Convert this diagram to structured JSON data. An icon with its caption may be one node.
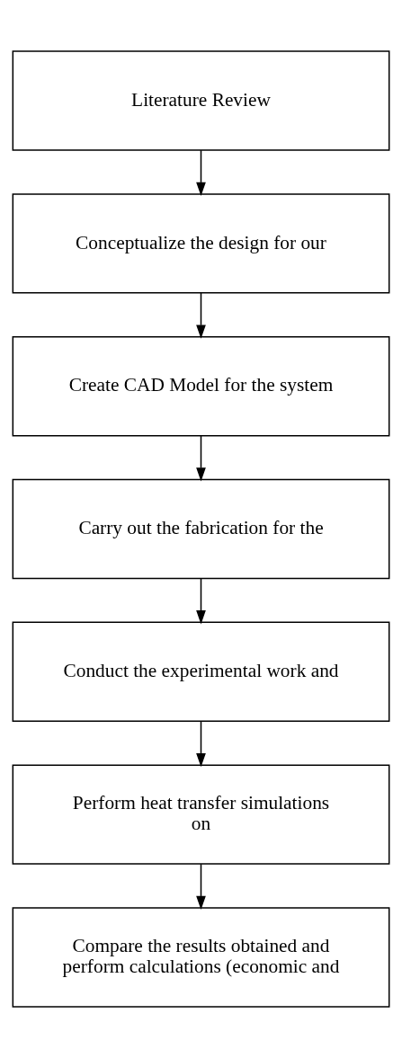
{
  "diagram": {
    "nodes": [
      {
        "text": [
          "Literature Review"
        ]
      },
      {
        "text": [
          "Conceptualize the design for our"
        ]
      },
      {
        "text": [
          "Create CAD Model for the system"
        ]
      },
      {
        "text": [
          "Carry out the fabrication for the"
        ]
      },
      {
        "text": [
          "Conduct the experimental work and"
        ]
      },
      {
        "text": [
          "Perform heat transfer simulations on"
        ]
      },
      {
        "text": [
          "Compare the results obtained and perform calculations (economic and"
        ]
      }
    ],
    "edges": [
      {
        "from": 0,
        "to": 1,
        "arrow": "to"
      },
      {
        "from": 1,
        "to": 2,
        "arrow": "to"
      },
      {
        "from": 2,
        "to": 3,
        "arrow": "to"
      },
      {
        "from": 3,
        "to": 4,
        "arrow": "to"
      },
      {
        "from": 4,
        "to": 5,
        "arrow": "to"
      },
      {
        "from": 5,
        "to": 6,
        "arrow": "to"
      }
    ]
  }
}
